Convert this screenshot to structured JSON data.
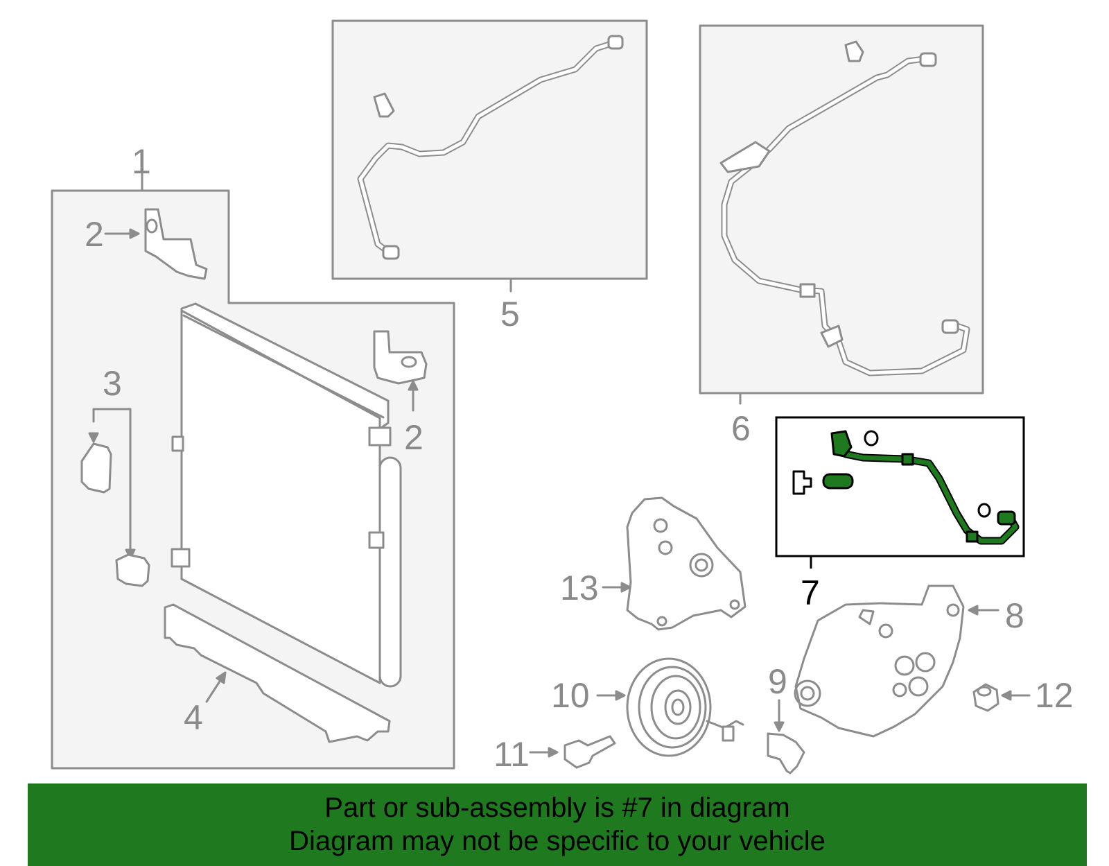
{
  "callouts": {
    "c1": "1",
    "c2a": "2",
    "c2b": "2",
    "c3": "3",
    "c4": "4",
    "c5": "5",
    "c6": "6",
    "c7": "7",
    "c8": "8",
    "c9": "9",
    "c10": "10",
    "c11": "11",
    "c12": "12",
    "c13": "13"
  },
  "highlight": {
    "part_number": "7",
    "color": "#1f7a1f"
  },
  "banner": {
    "line1": "Part or sub-assembly is #7 in diagram",
    "line2": "Diagram may not be specific to your vehicle",
    "background": "#1f7a1f"
  }
}
